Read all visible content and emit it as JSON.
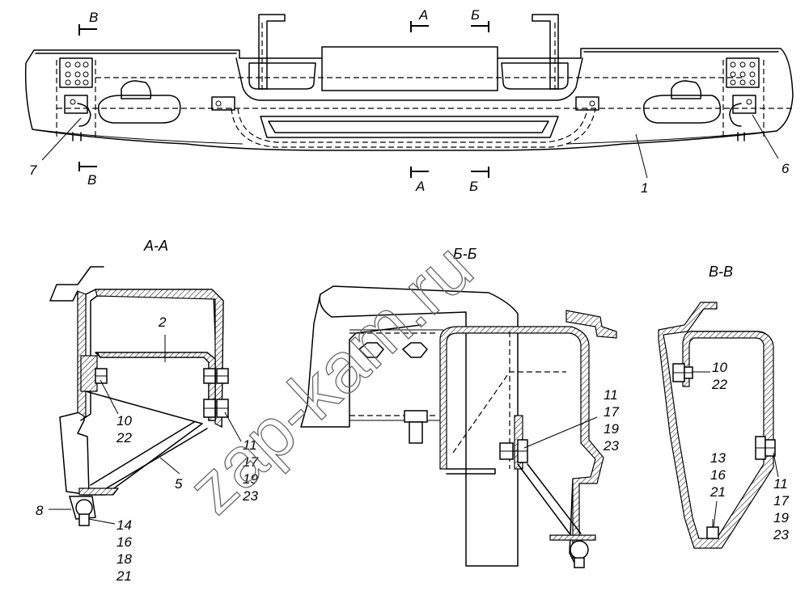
{
  "sections": {
    "aa": "А-А",
    "bb": "Б-Б",
    "vv": "В-В"
  },
  "cut_marks": {
    "a": "А",
    "b": "Б",
    "v": "В"
  },
  "main_view_callouts": {
    "c1": "1",
    "c6": "6",
    "c7": "7"
  },
  "section_aa_callouts": {
    "c2": "2",
    "c5": "5",
    "c8": "8",
    "g10_22": [
      "10",
      "22"
    ],
    "g11_17_19_23": [
      "11",
      "17",
      "19",
      "23"
    ],
    "g14_16_18_21": [
      "14",
      "16",
      "18",
      "21"
    ]
  },
  "section_bb_callouts": {
    "g11_17_19_23": [
      "11",
      "17",
      "19",
      "23"
    ]
  },
  "section_vv_callouts": {
    "g10_22": [
      "10",
      "22"
    ],
    "g13_16_21": [
      "13",
      "16",
      "21"
    ],
    "g11_17_19_23": [
      "11",
      "17",
      "19",
      "23"
    ]
  },
  "watermark": "zap-kam.ru"
}
